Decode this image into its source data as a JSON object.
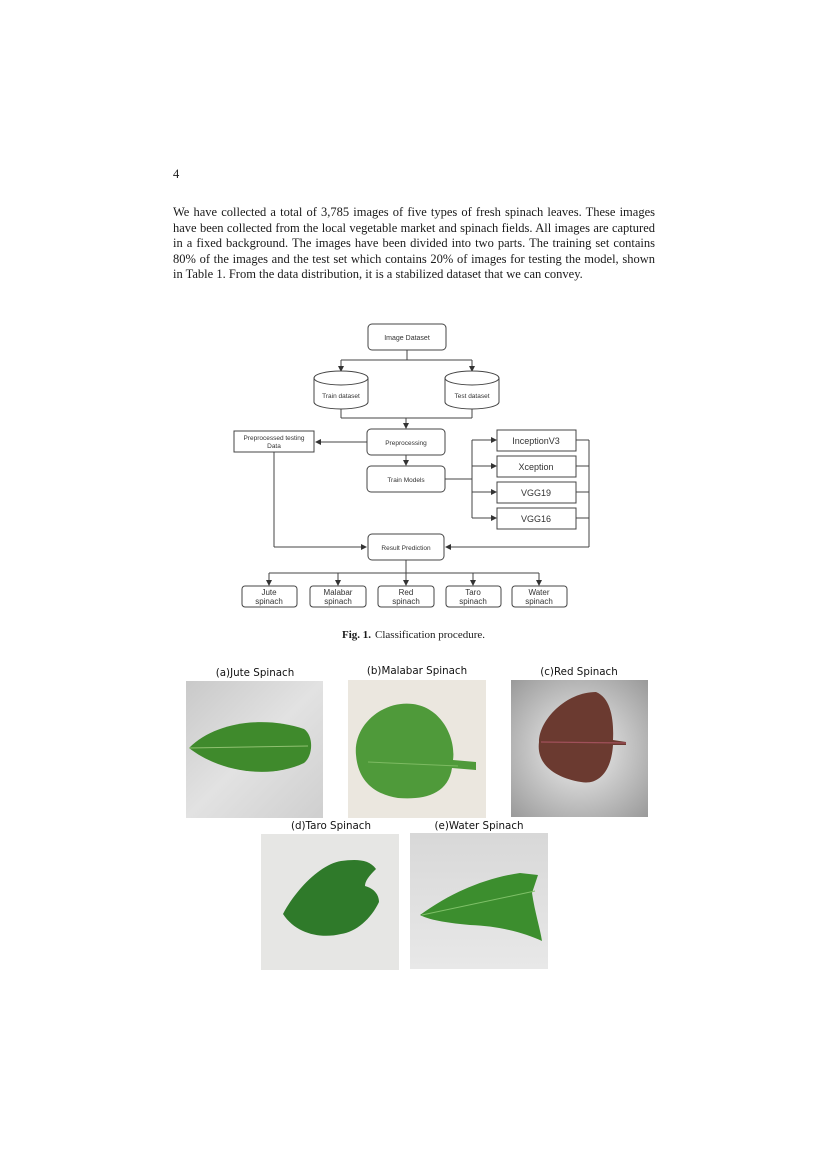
{
  "page": {
    "number": "4",
    "paragraph": "We have collected a total of 3,785 images of five types of fresh spinach leaves. These images have been collected from the local vegetable market and spinach fields. All images are captured in a fixed background. The images have been divided into two parts. The training set contains 80% of the images and the test set which contains 20% of images for testing the model, shown in Table 1. From the data distribution, it is a stabilized dataset that we can convey."
  },
  "figure1": {
    "nodes": {
      "image_dataset": "Image Dataset",
      "train_dataset": "Train dataset",
      "test_dataset": "Test dataset",
      "preprocessing": "Preprocessing",
      "preprocessed_testing_1": "Preprocessed testing",
      "preprocessed_testing_2": "Data",
      "train_models": "Train Models",
      "result_prediction": "Result Prediction"
    },
    "models": [
      "InceptionV3",
      "Xception",
      "VGG19",
      "VGG16"
    ],
    "classes": [
      {
        "line1": "Jute",
        "line2": "spinach"
      },
      {
        "line1": "Malabar",
        "line2": "spinach"
      },
      {
        "line1": "Red",
        "line2": "spinach"
      },
      {
        "line1": "Taro",
        "line2": "spinach"
      },
      {
        "line1": "Water",
        "line2": "spinach"
      }
    ],
    "caption_label": "Fig. 1.",
    "caption_text": "Classification procedure."
  },
  "samples": [
    {
      "label": "(a)Jute Spinach",
      "leaf_color": "#3f8a2c"
    },
    {
      "label": "(b)Malabar Spinach",
      "leaf_color": "#4f9a3a"
    },
    {
      "label": "(c)Red Spinach",
      "leaf_color": "#6b3a30"
    },
    {
      "label": "(d)Taro Spinach",
      "leaf_color": "#2f7a2a"
    },
    {
      "label": "(e)Water Spinach",
      "leaf_color": "#3c8e2e"
    }
  ]
}
